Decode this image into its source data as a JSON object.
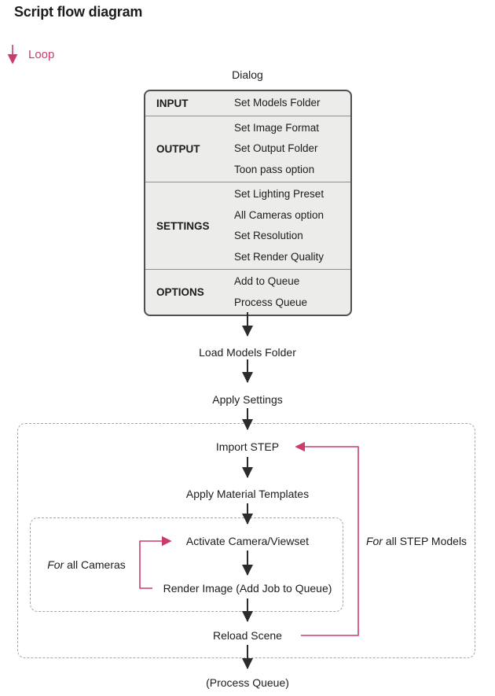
{
  "title": "Script flow diagram",
  "legend": {
    "loop_label": "Loop"
  },
  "colors": {
    "accent_pink": "#cb3a6f",
    "arrow_black": "#2b2b2b",
    "table_bg": "#ececeb",
    "table_border": "#4f4f4f",
    "dashed_border": "#a6a6a6"
  },
  "dialog": {
    "title": "Dialog",
    "rows": [
      {
        "label": "INPUT",
        "items": [
          "Set Models Folder"
        ]
      },
      {
        "label": "OUTPUT",
        "items": [
          "Set Image Format",
          "Set Output Folder",
          "Toon pass option"
        ]
      },
      {
        "label": "SETTINGS",
        "items": [
          "Set Lighting Preset",
          "All Cameras option",
          "Set Resolution",
          "Set Render Quality"
        ]
      },
      {
        "label": "OPTIONS",
        "items": [
          "Add to Queue",
          "Process Queue"
        ]
      }
    ]
  },
  "flow": {
    "steps": {
      "load_models_folder": "Load Models Folder",
      "apply_settings": "Apply Settings",
      "import_step": "Import STEP",
      "apply_material_templates": "Apply Material Templates",
      "activate_camera": "Activate Camera/Viewset",
      "render_image": "Render Image (Add Job to Queue)",
      "reload_scene": "Reload Scene",
      "process_queue": "(Process Queue)"
    },
    "loops": {
      "cameras_for": "For",
      "cameras_rest": " all Cameras",
      "step_models_for": "For",
      "step_models_rest": " all STEP Models"
    }
  }
}
